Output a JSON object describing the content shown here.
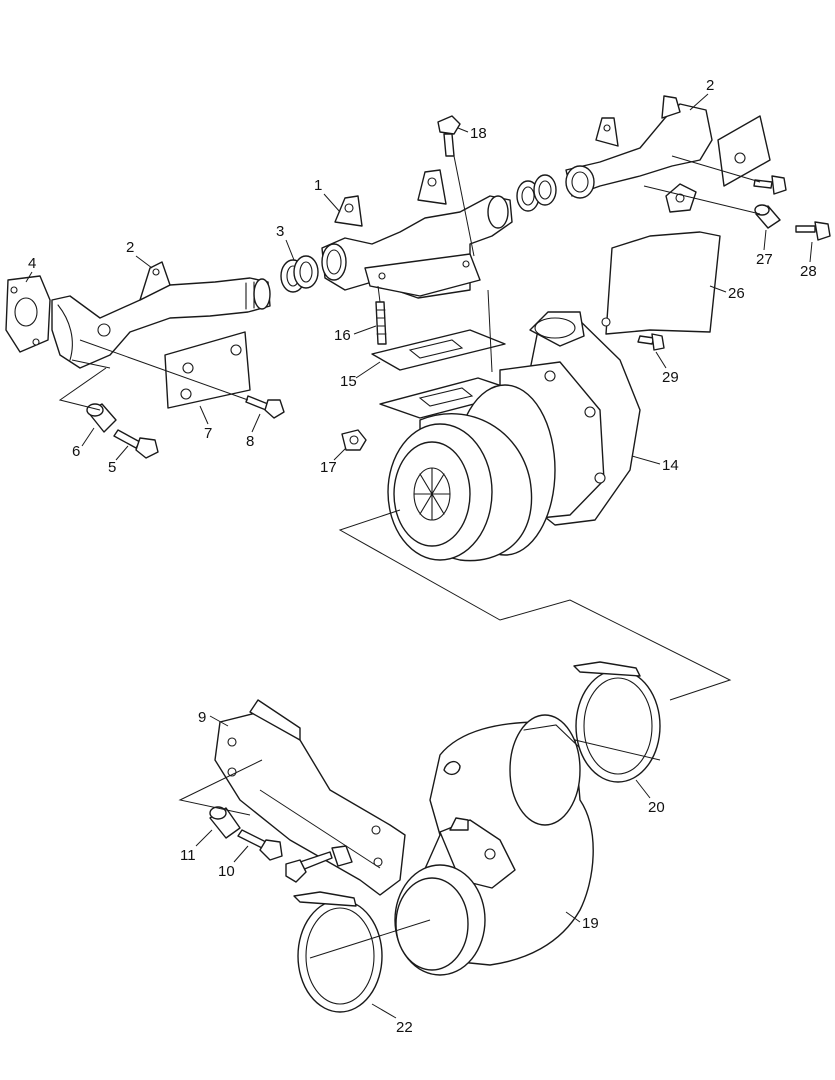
{
  "diagram": {
    "callouts": [
      {
        "id": "1",
        "label": "1"
      },
      {
        "id": "2a",
        "label": "2"
      },
      {
        "id": "2b",
        "label": "2"
      },
      {
        "id": "3",
        "label": "3"
      },
      {
        "id": "4",
        "label": "4"
      },
      {
        "id": "5",
        "label": "5"
      },
      {
        "id": "6",
        "label": "6"
      },
      {
        "id": "7",
        "label": "7"
      },
      {
        "id": "8",
        "label": "8"
      },
      {
        "id": "9",
        "label": "9"
      },
      {
        "id": "10",
        "label": "10"
      },
      {
        "id": "11",
        "label": "11"
      },
      {
        "id": "14",
        "label": "14"
      },
      {
        "id": "15",
        "label": "15"
      },
      {
        "id": "16",
        "label": "16"
      },
      {
        "id": "17",
        "label": "17"
      },
      {
        "id": "18",
        "label": "18"
      },
      {
        "id": "19",
        "label": "19"
      },
      {
        "id": "20",
        "label": "20"
      },
      {
        "id": "22",
        "label": "22"
      },
      {
        "id": "26",
        "label": "26"
      },
      {
        "id": "27",
        "label": "27"
      },
      {
        "id": "28",
        "label": "28"
      },
      {
        "id": "29",
        "label": "29"
      }
    ],
    "colors": {
      "line": "#1a1a1a",
      "background": "#ffffff"
    }
  }
}
